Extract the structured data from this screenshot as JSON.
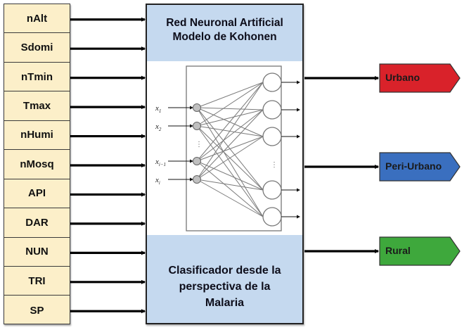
{
  "inputs": [
    {
      "label": "nAlt"
    },
    {
      "label": "Sdomi"
    },
    {
      "label": "nTmin"
    },
    {
      "label": "Tmax"
    },
    {
      "label": "nHumi"
    },
    {
      "label": "nMosq"
    },
    {
      "label": "API"
    },
    {
      "label": "DAR"
    },
    {
      "label": "NUN"
    },
    {
      "label": "TRI"
    },
    {
      "label": "SP"
    }
  ],
  "center": {
    "title_line1": "Red Neuronal Artificial",
    "title_line2": "Modelo de Kohonen",
    "footer_line1": "Clasificador desde la",
    "footer_line2": "perspectiva de la",
    "footer_line3": "Malaria"
  },
  "network": {
    "input_labels": [
      "x1",
      "x2",
      "xi-1",
      "xi"
    ],
    "input_label_subscripts": [
      "1",
      "2",
      "i−1",
      "i"
    ],
    "input_label_base": "x",
    "ellipsis": "⋮",
    "output_node_count_shown": 5
  },
  "outputs": [
    {
      "label": "Urbano",
      "color": "#d9222a"
    },
    {
      "label": "Peri-Urbano",
      "color": "#3a6fbf"
    },
    {
      "label": "Rural",
      "color": "#3ea83c"
    }
  ],
  "colors": {
    "input_box_fill": "#fcefc9",
    "center_fill": "#c5d9ef",
    "arrow": "#000000"
  }
}
